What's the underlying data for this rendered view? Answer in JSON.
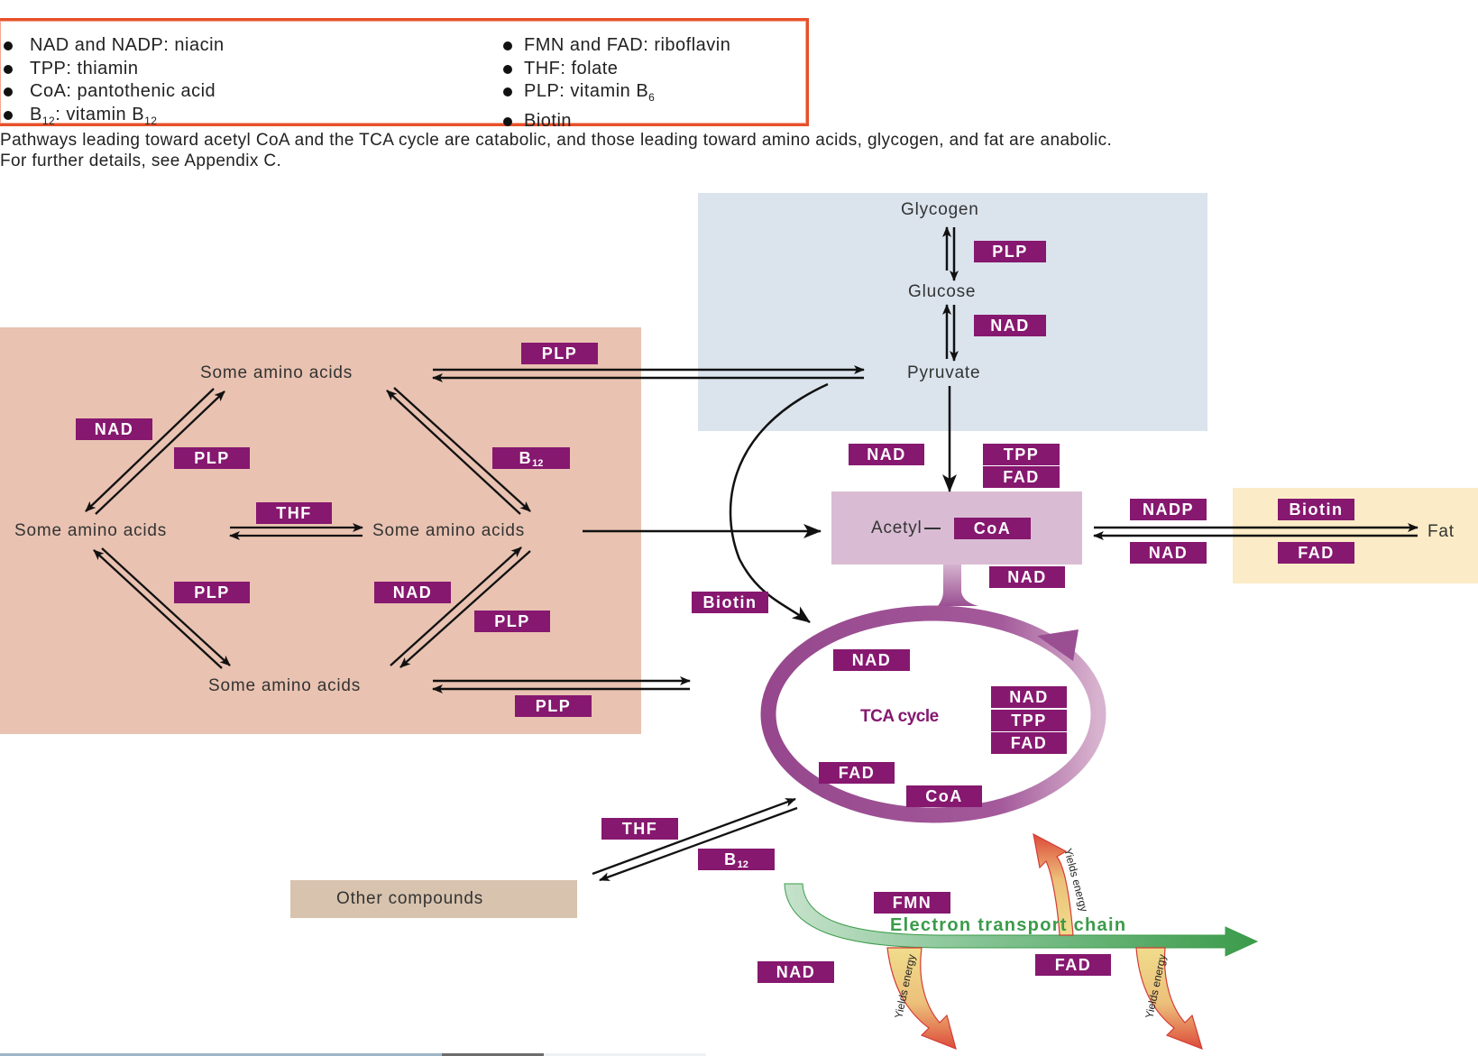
{
  "legend": {
    "left_items": [
      {
        "text": "NAD and NADP: niacin"
      },
      {
        "text": "TPP: thiamin"
      },
      {
        "text": "CoA: pantothenic acid"
      },
      {
        "text": "B",
        "sub": "12",
        "rest": ": vitamin B",
        "sub2": "12"
      }
    ],
    "right_items": [
      {
        "text": "FMN and FAD: riboflavin"
      },
      {
        "text": "THF: folate"
      },
      {
        "text": "PLP: vitamin B",
        "sub": "6"
      },
      {
        "text": "Biotin"
      }
    ]
  },
  "caption": {
    "line1": "Pathways leading toward acetyl CoA and the TCA cycle are catabolic, and those leading toward amino acids, glycogen, and fat are anabolic.",
    "line2": "For further details, see Appendix C."
  },
  "nodes": {
    "glycogen": "Glycogen",
    "glucose": "Glucose",
    "pyruvate": "Pyruvate",
    "amino_top": "Some amino acids",
    "amino_left": "Some amino acids",
    "amino_right": "Some amino acids",
    "amino_bottom": "Some amino acids",
    "acetyl": "Acetyl",
    "fat": "Fat",
    "other": "Other compounds",
    "tca": "TCA cycle",
    "etc": "Electron transport chain",
    "yields": "Yields energy"
  },
  "cofactors": {
    "glycogen_glucose": "PLP",
    "glucose_pyruvate": "NAD",
    "amino_top_pyruvate": "PLP",
    "amino_top_left_nad": "NAD",
    "amino_top_left_plp": "PLP",
    "amino_top_right_b12": "B",
    "amino_left_right_thf": "THF",
    "amino_left_bottom_plp": "PLP",
    "amino_right_bottom_nad": "NAD",
    "amino_right_bottom_plp": "PLP",
    "amino_bottom_plp": "PLP",
    "pyruvate_acetyl_nad": "NAD",
    "pyruvate_acetyl_tpp": "TPP",
    "pyruvate_acetyl_fad": "FAD",
    "acetyl_coa": "CoA",
    "acetyl_tca_nad": "NAD",
    "biotin_pyruvate": "Biotin",
    "fat_nadp": "NADP",
    "fat_nad": "NAD",
    "fat_biotin": "Biotin",
    "fat_fad": "FAD",
    "tca_nad1": "NAD",
    "tca_nad2": "NAD",
    "tca_tpp": "TPP",
    "tca_fad1": "FAD",
    "tca_fad2": "FAD",
    "tca_coa": "CoA",
    "other_thf": "THF",
    "other_b12": "B",
    "etc_fmn": "FMN",
    "etc_nad": "NAD",
    "etc_fad": "FAD"
  },
  "sub12": "12",
  "colors": {
    "cofactor_bg": "#86186f",
    "amino_region": "#e9c2b1",
    "carb_region": "#dbe4ed",
    "acetyl_region": "#d9bcd4",
    "fat_region": "#fbecc7",
    "other_region": "#d8c3ae",
    "tca_ring": "#9a4f92",
    "etc_green": "#3b9b4a",
    "legend_border": "#e8502a"
  }
}
